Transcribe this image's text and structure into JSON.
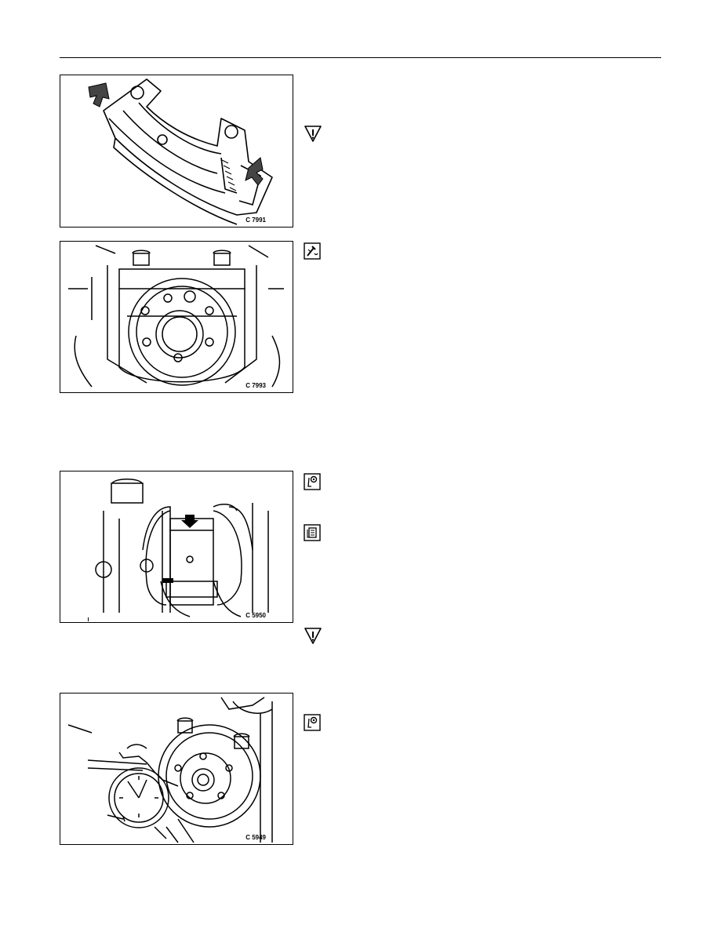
{
  "figures": [
    {
      "code": "C 7991",
      "subject": "bearing-half"
    },
    {
      "code": "C 7993",
      "subject": "rear-main-bearing-cap"
    },
    {
      "code": "C 5950",
      "subject": "crankshaft-journal-marking"
    },
    {
      "code": "C 5949",
      "subject": "dial-gauge-end-float"
    }
  ],
  "icons": [
    "warning-triangle-icon",
    "torque-wrench-icon",
    "measure-icon",
    "specification-book-icon",
    "warning-triangle-icon",
    "measure-icon"
  ],
  "colors": {
    "ink": "#000000",
    "paper": "#ffffff",
    "hatch": "#333333"
  }
}
